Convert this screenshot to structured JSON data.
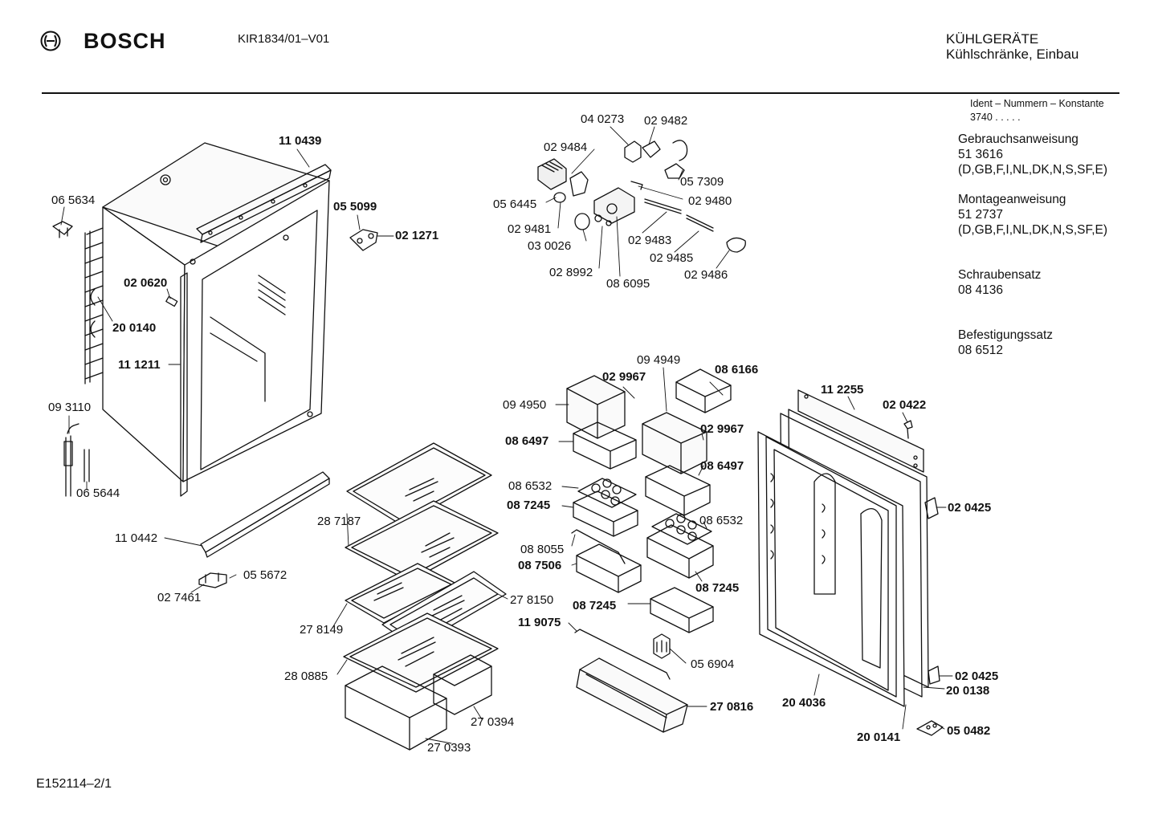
{
  "header": {
    "brand": "BOSCH",
    "model": "KIR1834/01–V01",
    "category_line1": "KÜHLGERÄTE",
    "category_line2": "Kühlschränke, Einbau"
  },
  "info": {
    "ident_title": "Ident – Nummern – Konstante",
    "ident_value": "3740 . . . . .",
    "blocks": [
      {
        "title": "Gebrauchsanweisung",
        "number": "51 3616",
        "langs": "(D,GB,F,I,NL,DK,N,S,SF,E)"
      },
      {
        "title": "Montageanweisung",
        "number": "51 2737",
        "langs": "(D,GB,F,I,NL,DK,N,S,SF,E)"
      },
      {
        "title": "Schraubensatz",
        "number": "08 4136"
      },
      {
        "title": "Befestigungssatz",
        "number": "08 6512"
      }
    ]
  },
  "labels": {
    "l110439": "11 0439",
    "l065634": "06 5634",
    "l055099": "05 5099",
    "l021271": "02 1271",
    "l020620": "02 0620",
    "l200140": "20 0140",
    "l111211": "11 1211",
    "l093110": "09 3110",
    "l065644": "06 5644",
    "l110442": "11 0442",
    "l055672": "05 5672",
    "l027461": "02 7461",
    "l040273": "04 0273",
    "l029482": "02 9482",
    "l029484": "02 9484",
    "l057309": "05 7309",
    "l056445": "05 6445",
    "l029480": "02 9480",
    "l029481": "02 9481",
    "l030026": "03 0026",
    "l029483": "02 9483",
    "l029485": "02 9485",
    "l028992": "02 8992",
    "l086095": "08 6095",
    "l029486": "02 9486",
    "l094949": "09 4949",
    "l029967a": "02 9967",
    "l086166": "08 6166",
    "l094950": "09 4950",
    "l029967b": "02 9967",
    "l086497a": "08 6497",
    "l086497b": "08 6497",
    "l086532a": "08 6532",
    "l087245a": "08 7245",
    "l086532b": "08 6532",
    "l088055": "08 8055",
    "l087506": "08 7506",
    "l087245b": "08 7245",
    "l087245c": "08 7245",
    "l119075": "11 9075",
    "l056904": "05 6904",
    "l270816": "27 0816",
    "l287187": "28 7187",
    "l278150": "27 8150",
    "l278149": "27 8149",
    "l280885": "28 0885",
    "l270394": "27 0394",
    "l270393": "27 0393",
    "l112255": "11 2255",
    "l020422": "02 0422",
    "l020425a": "02 0425",
    "l020425b": "02 0425",
    "l200138": "20 0138",
    "l204036": "20 4036",
    "l200141": "20 0141",
    "l050482": "05 0482"
  },
  "footer": {
    "code": "E152114–2/1"
  }
}
